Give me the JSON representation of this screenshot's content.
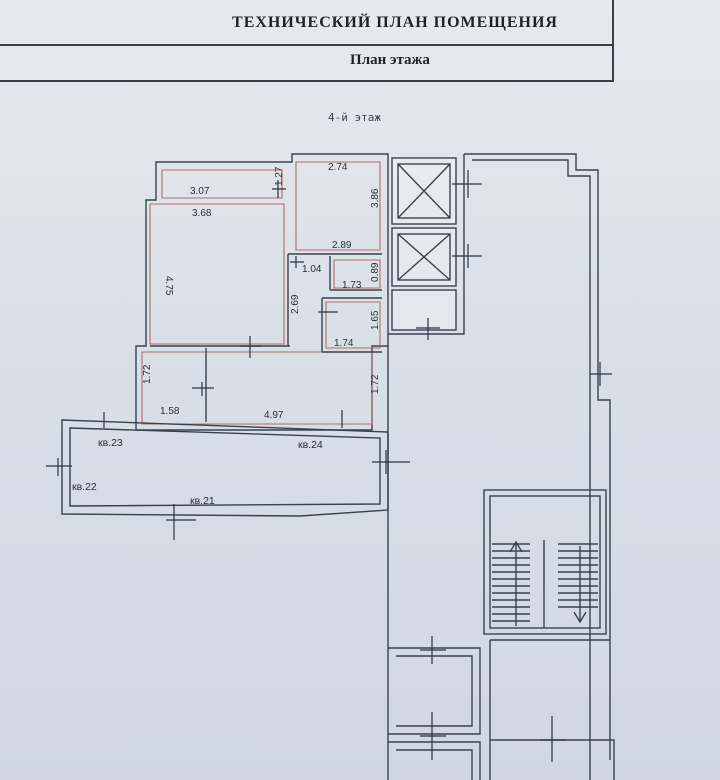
{
  "header": {
    "title": "ТЕХНИЧЕСКИЙ ПЛАН ПОМЕЩЕНИЯ",
    "subtitle": "План этажа"
  },
  "plan": {
    "floor_label": "4-й этаж",
    "dimensions": {
      "d_3_07": "3.07",
      "d_1_27": "1.27",
      "d_2_74": "2.74",
      "d_3_86": "3.86",
      "d_3_68": "3.68",
      "d_2_89": "2.89",
      "d_4_75": "4.75",
      "d_1_04": "1.04",
      "d_0_89": "0.89",
      "d_1_73": "1.73",
      "d_2_69": "2.69",
      "d_1_65": "1.65",
      "d_1_74": "1.74",
      "d_1_72_left": "1.72",
      "d_1_72_right": "1.72",
      "d_1_58": "1.58",
      "d_4_97": "4.97"
    },
    "apartments": {
      "kv23": "кв.23",
      "kv24": "кв.24",
      "kv22": "кв.22",
      "kv21": "кв.21"
    }
  }
}
